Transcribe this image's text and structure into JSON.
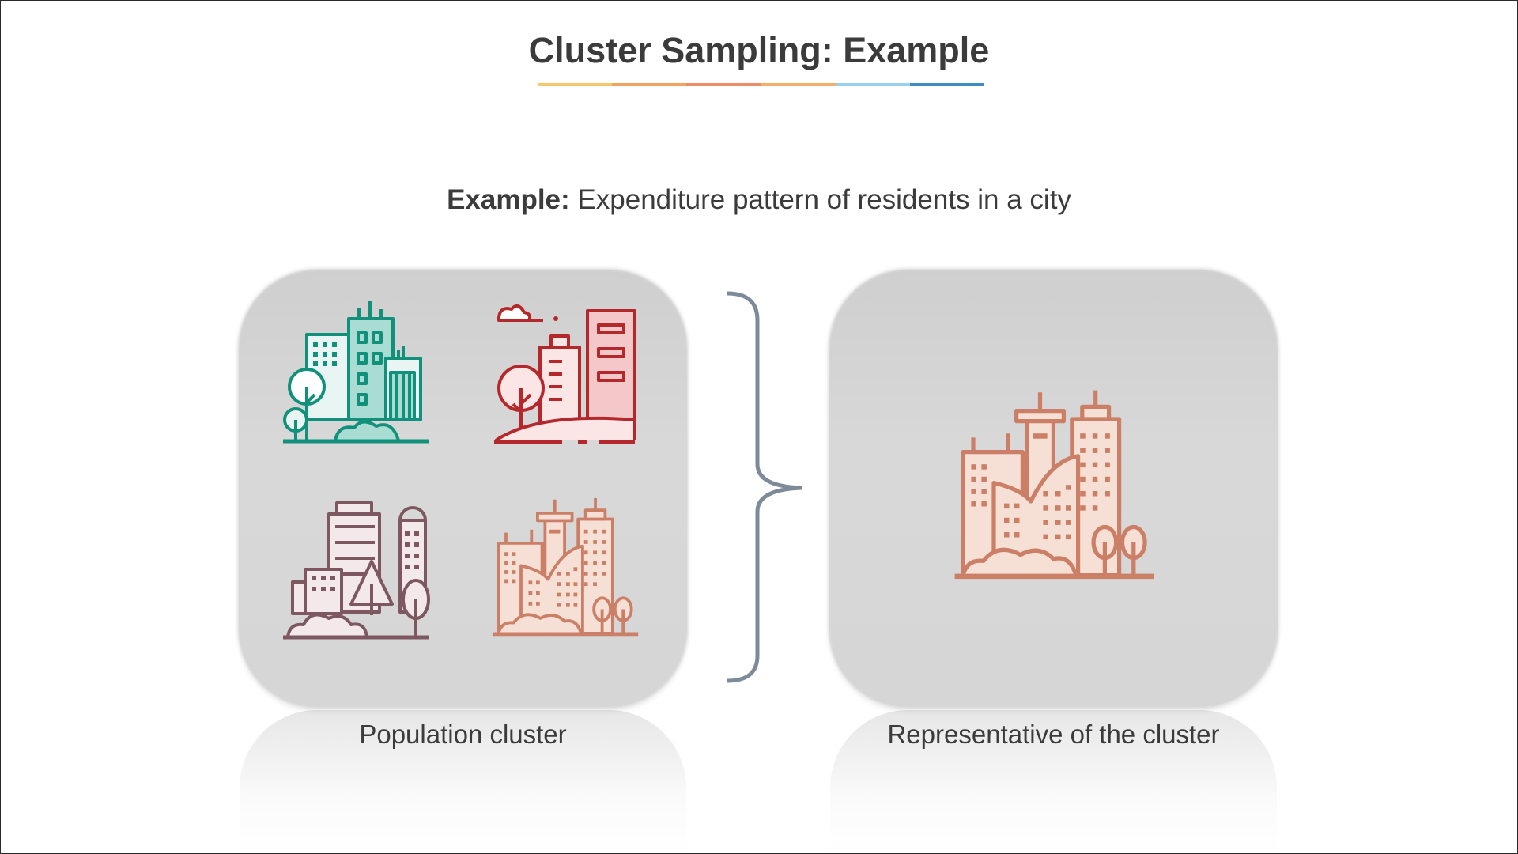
{
  "title": "Cluster Sampling: Example",
  "title_rule_colors": [
    "#f6c66b",
    "#f2a35e",
    "#ee8a66",
    "#f3b06a",
    "#9ad0ee",
    "#3d8cc4"
  ],
  "example": {
    "label": "Example:",
    "text": "Expenditure pattern of residents in a city"
  },
  "left_panel": {
    "caption": "Population cluster",
    "icons": [
      "city-icon-teal",
      "city-icon-red",
      "city-icon-mauve",
      "city-icon-peach"
    ]
  },
  "right_panel": {
    "caption": "Representative of the cluster",
    "icons": [
      "city-icon-peach-large"
    ]
  },
  "colors": {
    "teal": "#11917b",
    "red": "#b4272b",
    "mauve": "#7e5860",
    "peach": "#cb7f66",
    "brace": "#7d8a9a",
    "panel": "#d6d6d6"
  }
}
